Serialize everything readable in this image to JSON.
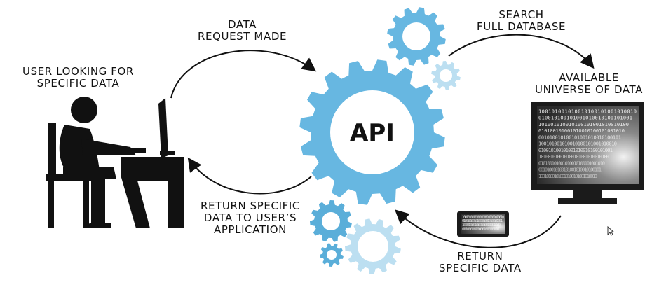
{
  "labels": {
    "user": [
      "USER LOOKING FOR",
      "SPECIFIC DATA"
    ],
    "request": [
      "DATA",
      "REQUEST MADE"
    ],
    "search": [
      "SEARCH",
      "FULL DATABASE"
    ],
    "universe": [
      "AVAILABLE",
      "UNIVERSE OF DATA"
    ],
    "return_user": [
      "RETURN SPECIFIC",
      "DATA TO USER’S",
      "APPLICATION"
    ],
    "return_data": [
      "RETURN",
      "SPECIFIC DATA"
    ]
  },
  "center": {
    "text": "API"
  },
  "colors": {
    "gear_main": "#67b7e1",
    "gear_light": "#bcdff1",
    "gear_mid": "#5aaed9",
    "ink": "#111111",
    "monitor": "#1b1b1b"
  },
  "icons": [
    "user-at-computer-icon",
    "gear-icon",
    "monitor-data-icon",
    "tablet-data-icon",
    "cursor-icon"
  ]
}
